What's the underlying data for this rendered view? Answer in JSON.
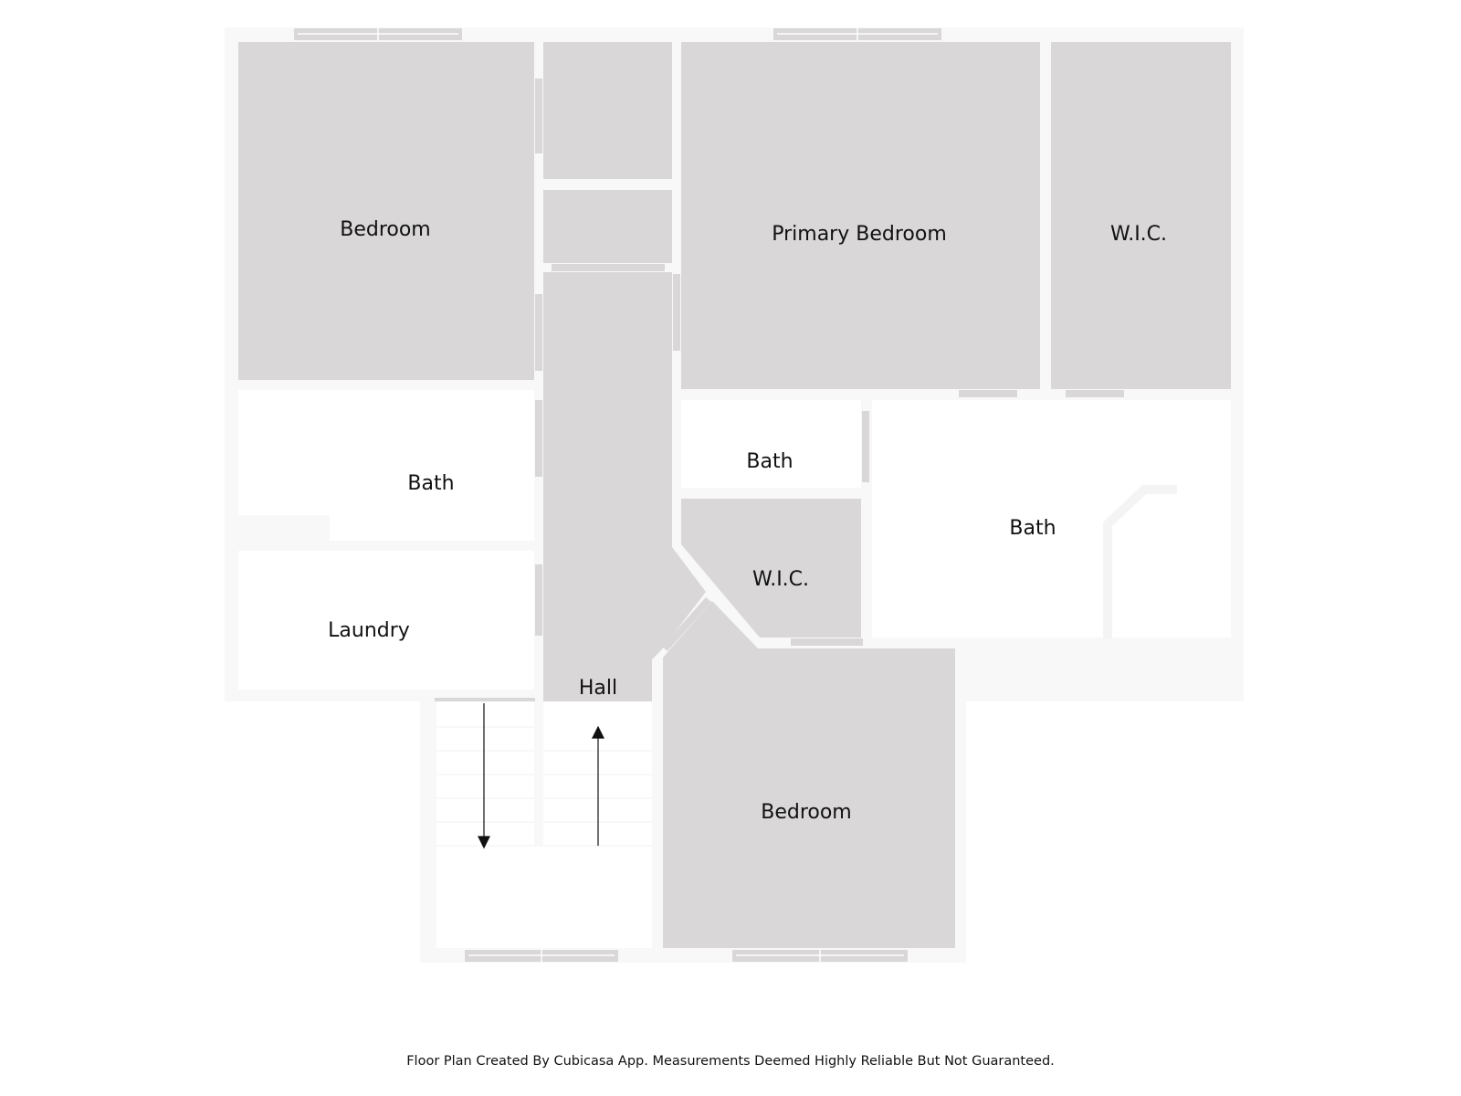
{
  "plan": {
    "rooms": {
      "bedroom_nw": "Bedroom",
      "primary_bedroom": "Primary Bedroom",
      "wic_ne": "W.I.C.",
      "bath_west": "Bath",
      "bath_small": "Bath",
      "bath_ensuite": "Bath",
      "wic_center": "W.I.C.",
      "laundry": "Laundry",
      "hall": "Hall",
      "bedroom_south": "Bedroom"
    },
    "colors": {
      "wall": "#f8f8f8",
      "room_fill": "#d9d7d8",
      "room_plain": "#ffffff",
      "window": "#d9d7d8",
      "text": "#111111"
    }
  },
  "footer": {
    "disclaimer": "Floor Plan Created By Cubicasa App. Measurements Deemed Highly Reliable But Not Guaranteed."
  }
}
